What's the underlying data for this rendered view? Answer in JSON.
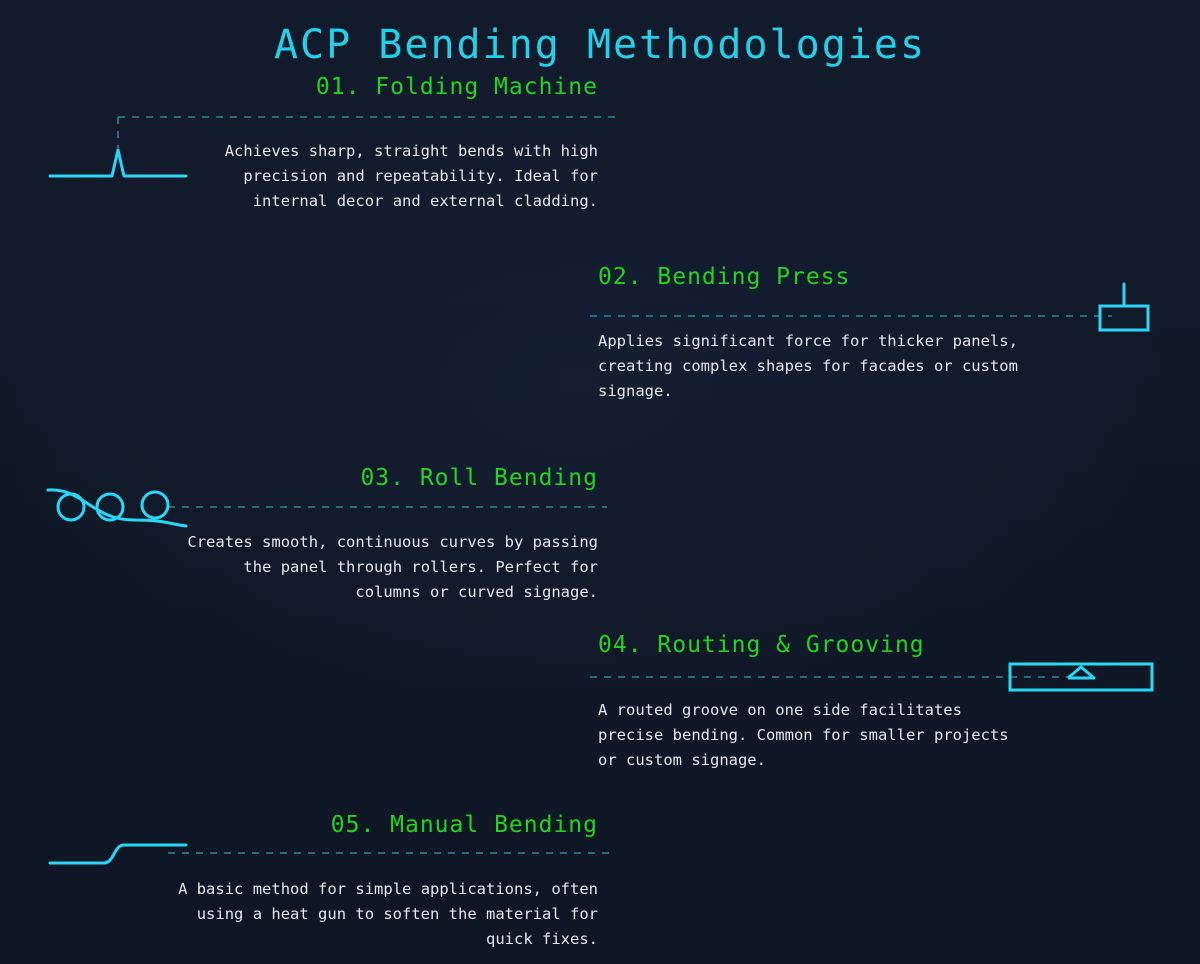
{
  "page": {
    "title": "ACP Bending Methodologies",
    "background_color": "#101827",
    "title_color": "#24cfe8",
    "heading_color": "#21d421",
    "body_color": "#e6e7ec",
    "accent_color": "#2ad6f5",
    "connector_color": "#1b6f80"
  },
  "items": [
    {
      "number": "01.",
      "name": "Folding Machine",
      "heading": "01. Folding Machine",
      "description": "Achieves sharp, straight bends with high precision and repeatability. Ideal for internal decor and external cladding.",
      "side": "left",
      "icon": "fold-peak-icon"
    },
    {
      "number": "02.",
      "name": "Bending Press",
      "heading": "02. Bending Press",
      "description": "Applies significant force for thicker panels, creating complex shapes for facades or custom signage.",
      "side": "right",
      "icon": "press-die-icon"
    },
    {
      "number": "03.",
      "name": "Roll Bending",
      "heading": "03. Roll Bending",
      "description": "Creates smooth, continuous curves by passing the panel through rollers. Perfect for columns or curved signage.",
      "side": "left",
      "icon": "rollers-icon"
    },
    {
      "number": "04.",
      "name": "Routing & Grooving",
      "heading": "04. Routing & Grooving",
      "description": "A routed groove on one side facilitates precise bending. Common for smaller projects or custom signage.",
      "side": "right",
      "icon": "v-groove-panel-icon"
    },
    {
      "number": "05.",
      "name": "Manual Bending",
      "heading": "05. Manual Bending",
      "description": "A basic method for simple applications, often using a heat gun to soften the material for quick fixes.",
      "side": "left",
      "icon": "step-bend-icon"
    }
  ]
}
